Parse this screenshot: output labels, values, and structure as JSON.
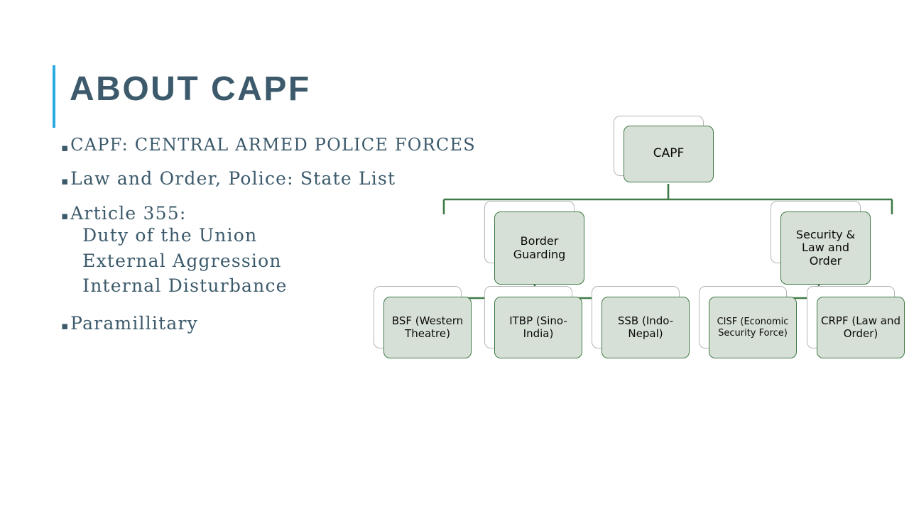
{
  "slide": {
    "title": "ABOUT CAPF",
    "accent_color": "#29abe2",
    "title_color": "#3c5a6b",
    "background": "#ffffff"
  },
  "bullets": [
    {
      "marker": "▪",
      "text": "CAPF: CENTRAL ARMED POLICE FORCES",
      "sub_lines": []
    },
    {
      "marker": "▪",
      "text": "Law and Order, Police: State List",
      "sub_lines": []
    },
    {
      "marker": "▪",
      "text": "Article 355:",
      "sub_lines": [
        "Duty of the Union",
        "External Aggression",
        "Internal Disturbance"
      ]
    },
    {
      "marker": "▪",
      "text": "Paramillitary",
      "sub_lines": []
    }
  ],
  "org_chart": {
    "node_fill": "#d7e0d6",
    "node_border": "#3f7a46",
    "connector_color": "#3f7a46",
    "shadow_card_border": "#b5b5b5",
    "root": {
      "label": "CAPF"
    },
    "level2": [
      {
        "label": "Border Guarding"
      },
      {
        "label": "Security & Law and Order"
      }
    ],
    "level3": [
      {
        "label": "BSF (Western Theatre)",
        "parent": "Border Guarding"
      },
      {
        "label": "ITBP (Sino-India)",
        "parent": "Border Guarding"
      },
      {
        "label": "SSB (Indo-Nepal)",
        "parent": "Border Guarding"
      },
      {
        "label": "CISF (Economic Security Force)",
        "parent": "Security & Law and Order"
      },
      {
        "label": "CRPF (Law and Order)",
        "parent": "Security & Law and Order"
      }
    ]
  }
}
